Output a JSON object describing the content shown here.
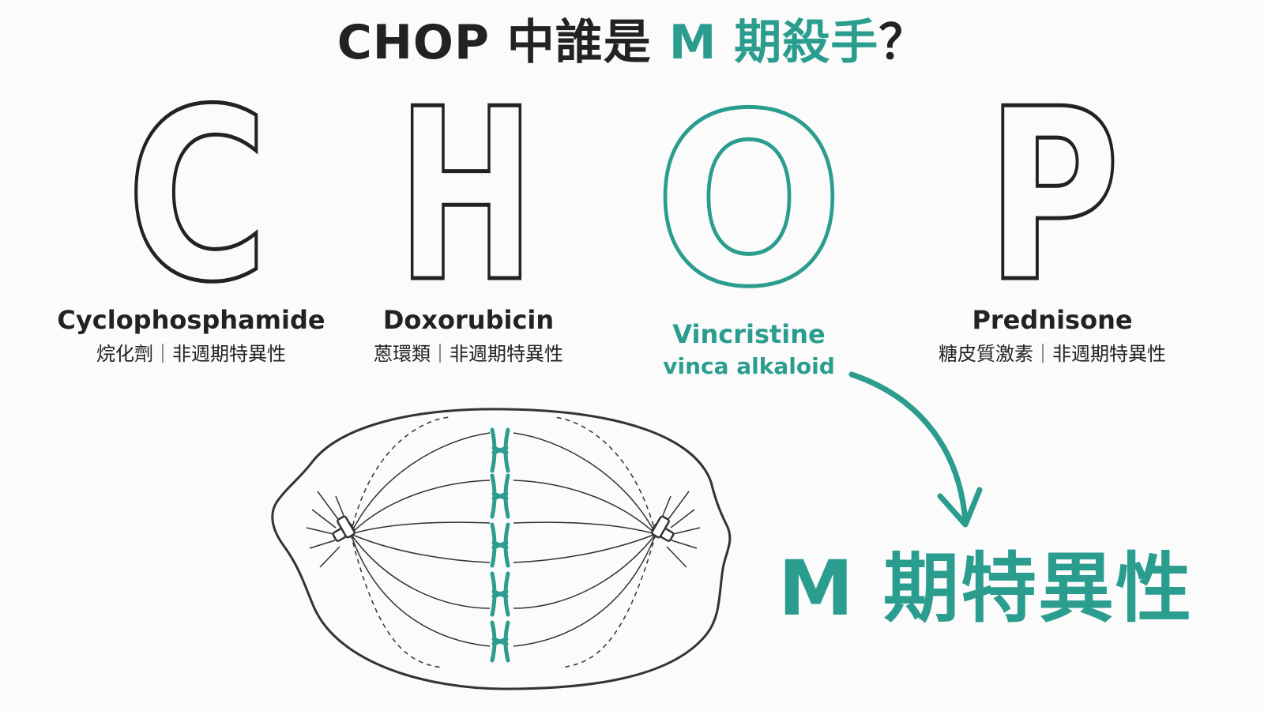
{
  "title": {
    "prefix": "CHOP 中誰是 ",
    "accent": "M 期殺手",
    "suffix": "？"
  },
  "letters": [
    "C",
    "H",
    "O",
    "P"
  ],
  "drugs": [
    {
      "name": "Cyclophosphamide",
      "class": "烷化劑｜非週期特異性"
    },
    {
      "name": "Doxorubicin",
      "class": "蒽環類｜非週期特異性"
    },
    {
      "name": "Vincristine",
      "class": "vinca alkaloid"
    },
    {
      "name": "Prednisone",
      "class": "糖皮質激素｜非週期特異性"
    }
  ],
  "conclusion": "M 期特異性",
  "colors": {
    "accent": "#2a9d8f",
    "ink": "#222222"
  }
}
